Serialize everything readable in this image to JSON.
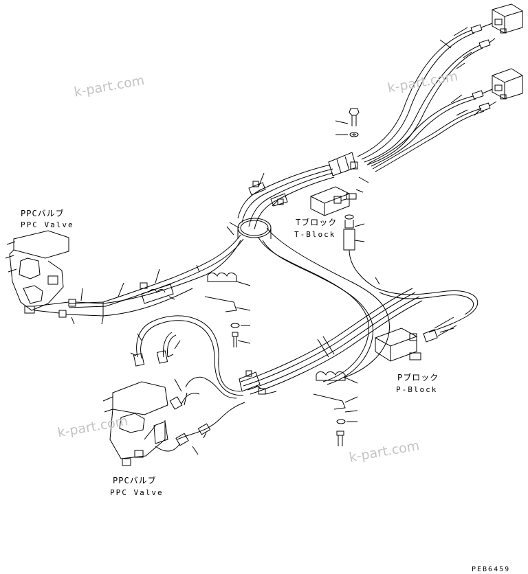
{
  "labels": {
    "ppc_valve_top_jp": "PPCバルブ",
    "ppc_valve_top_en": "PPC Valve",
    "ppc_valve_bottom_jp": "PPCバルブ",
    "ppc_valve_bottom_en": "PPC Valve",
    "t_block_jp": "Tブロック",
    "t_block_en": "T-Block",
    "p_block_jp": "Pブロック",
    "p_block_en": "P-Block"
  },
  "watermark": "k-part.com",
  "drawing_code": "PEB6459",
  "colors": {
    "line": "#000000",
    "watermark": "#c4c4c4",
    "background": "#ffffff"
  }
}
